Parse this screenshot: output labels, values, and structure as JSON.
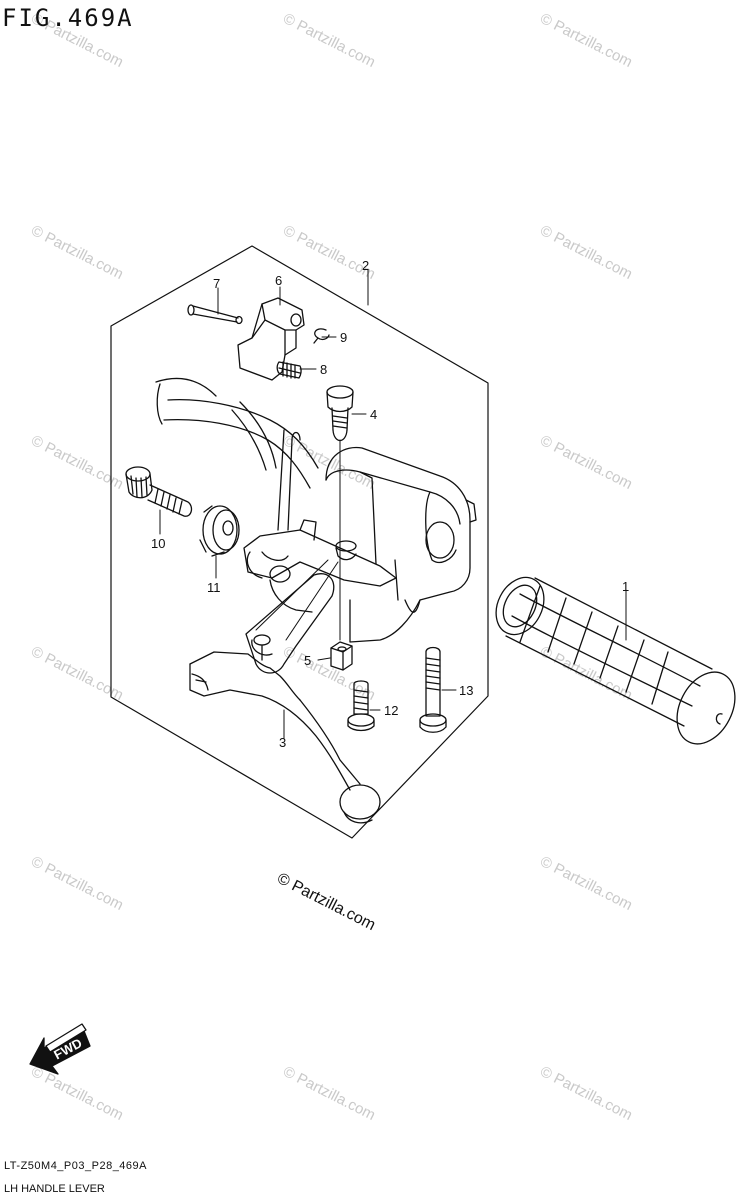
{
  "figure": {
    "title": "FIG.469A",
    "code": "LT-Z50M4_P03_P28_469A",
    "name": "LH HANDLE LEVER",
    "credit": "© Partzilla.com",
    "watermark": "© Partzilla.com",
    "fwd_label": "FWD"
  },
  "callouts": [
    {
      "id": "callout-1",
      "label": "1"
    },
    {
      "id": "callout-2",
      "label": "2"
    },
    {
      "id": "callout-3",
      "label": "3"
    },
    {
      "id": "callout-4",
      "label": "4"
    },
    {
      "id": "callout-5",
      "label": "5"
    },
    {
      "id": "callout-6",
      "label": "6"
    },
    {
      "id": "callout-7",
      "label": "7"
    },
    {
      "id": "callout-8",
      "label": "8"
    },
    {
      "id": "callout-9",
      "label": "9"
    },
    {
      "id": "callout-10",
      "label": "10"
    },
    {
      "id": "callout-11",
      "label": "11"
    },
    {
      "id": "callout-12",
      "label": "12"
    },
    {
      "id": "callout-13",
      "label": "13"
    }
  ]
}
